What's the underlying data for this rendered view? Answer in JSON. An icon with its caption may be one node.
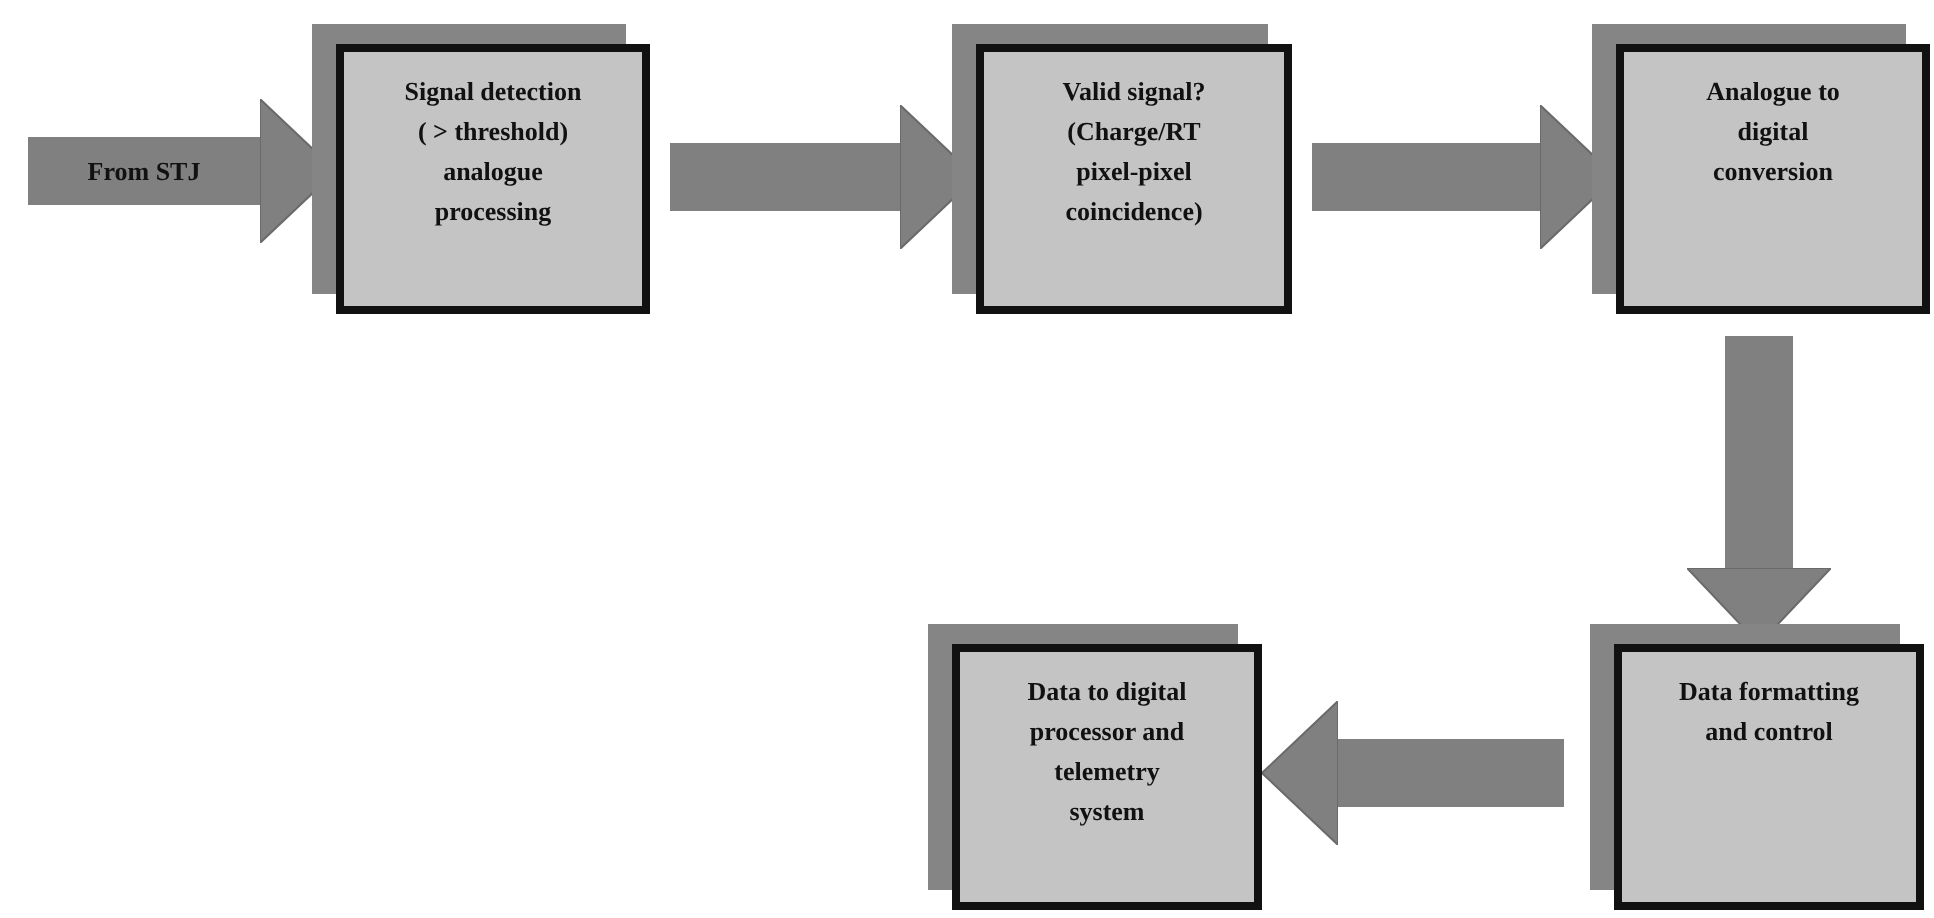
{
  "diagram": {
    "nodes": [
      {
        "text": [
          "Signal detection ( > threshold) analogue processing"
        ]
      },
      {
        "text": [
          "Valid signal? (Charge/RT pixel-pixel coincidence)"
        ]
      },
      {
        "text": [
          "Analogue to digital conversion"
        ]
      },
      {
        "text": [
          "Data formatting and control"
        ]
      },
      {
        "text": [
          "Data to digital processor and telemetry system"
        ]
      }
    ],
    "edges": [
      {
        "from": null,
        "to": 0,
        "arrow": "to",
        "label": "From STJ"
      },
      {
        "from": 0,
        "to": 1,
        "arrow": "to"
      },
      {
        "from": 1,
        "to": 2,
        "arrow": "to"
      },
      {
        "from": 2,
        "to": 3,
        "arrow": "to"
      },
      {
        "from": 3,
        "to": 4,
        "arrow": "to"
      }
    ]
  }
}
